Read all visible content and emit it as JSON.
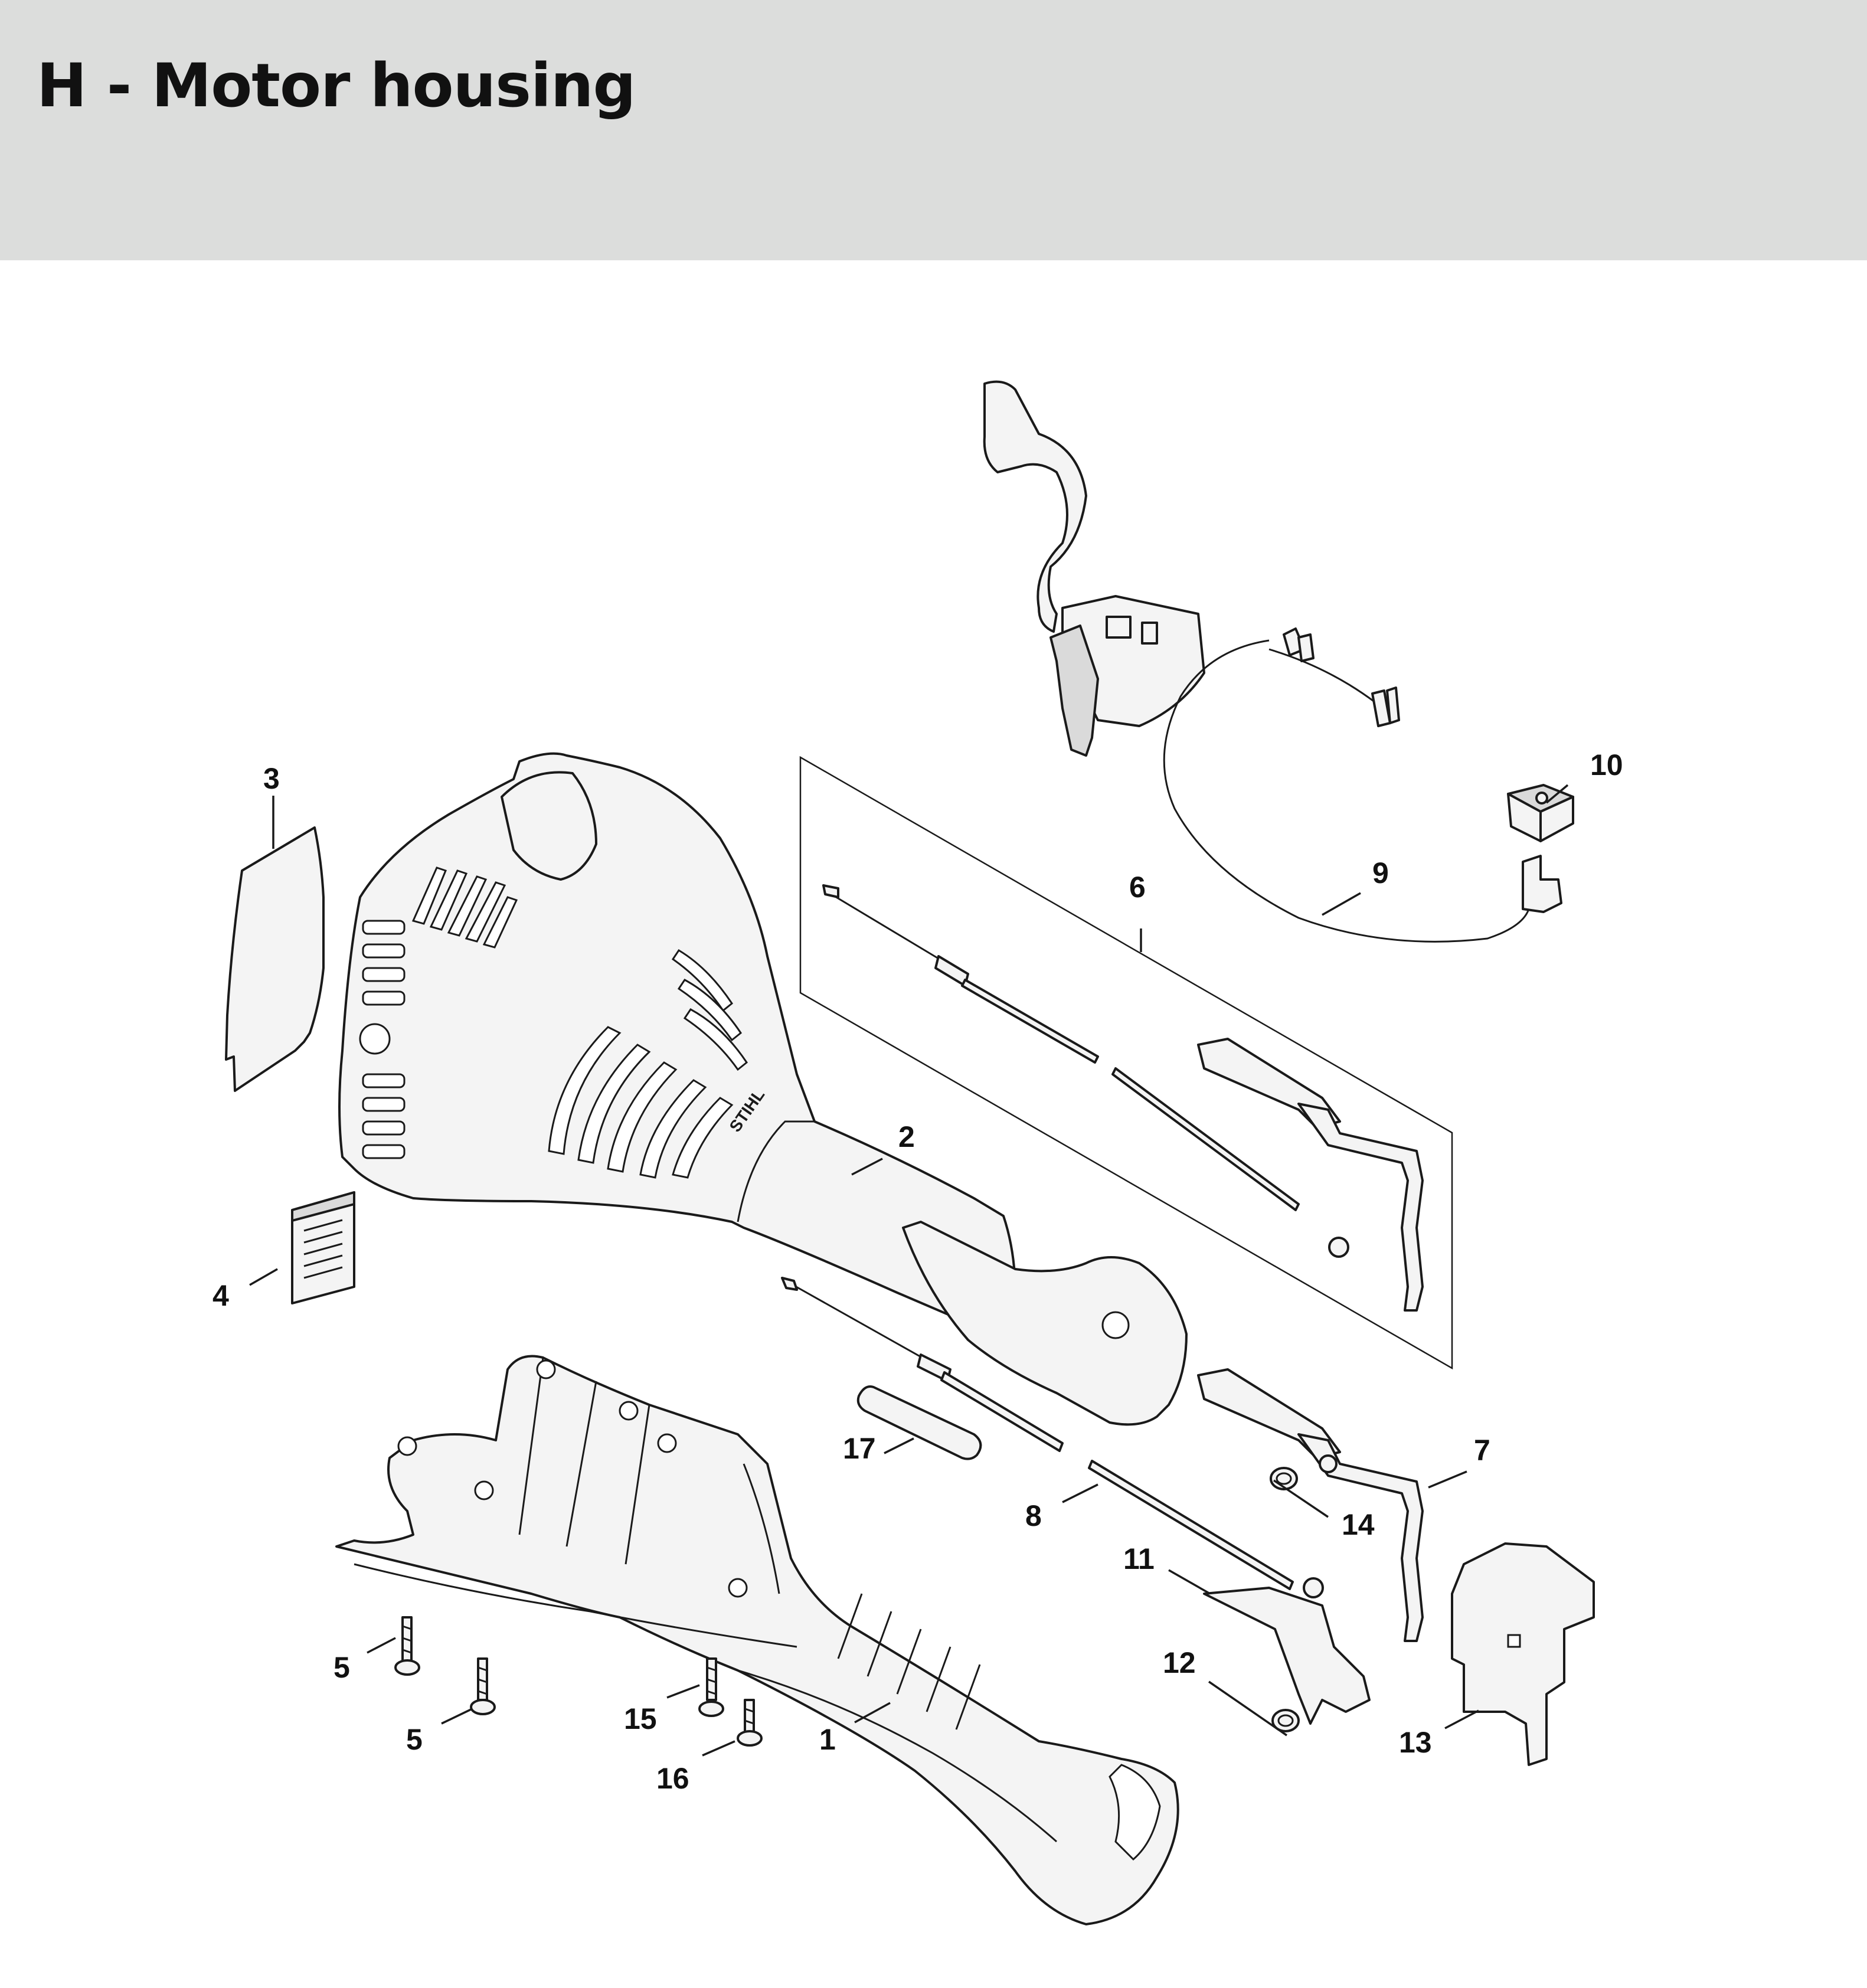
{
  "header": {
    "title": "H - Motor housing"
  },
  "callouts": [
    "1",
    "2",
    "3",
    "4",
    "5",
    "5",
    "6",
    "7",
    "8",
    "9",
    "10",
    "11",
    "12",
    "13",
    "14",
    "15",
    "16",
    "17"
  ],
  "colors": {
    "header_bg": "#dcdddc",
    "line": "#1a1a1a",
    "part_fill": "#f4f4f4"
  }
}
